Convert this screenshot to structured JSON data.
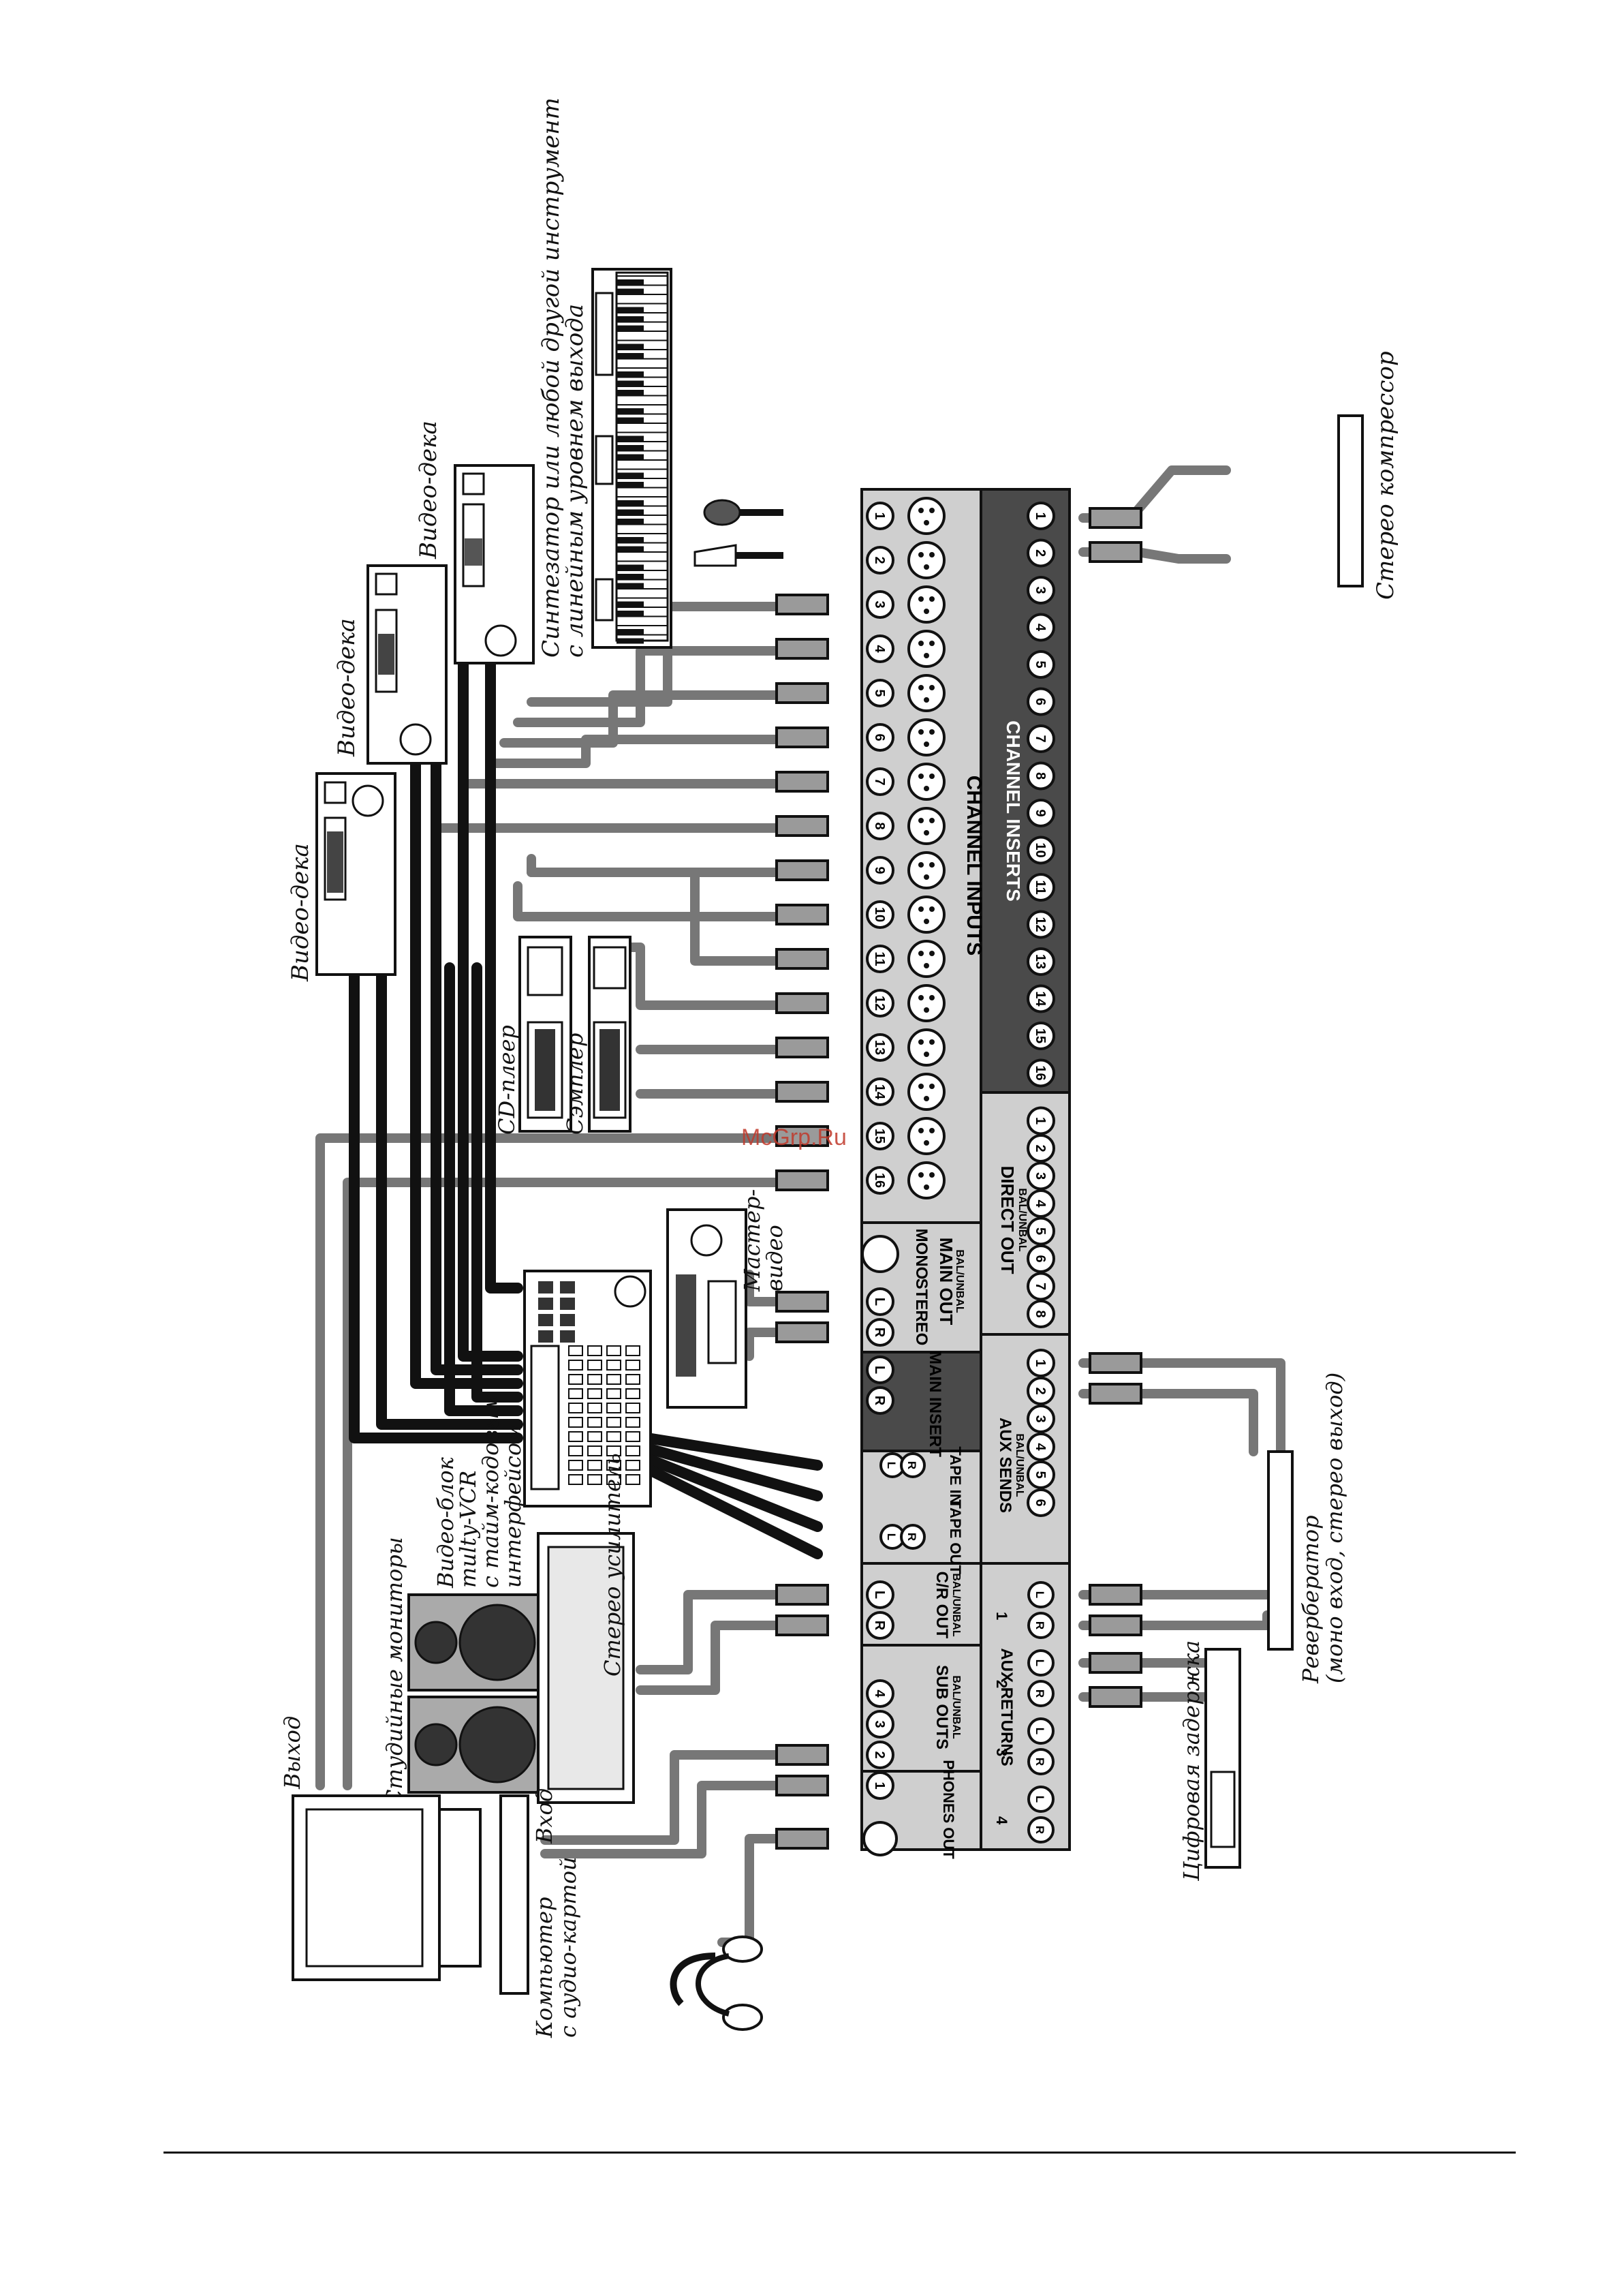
{
  "watermark": "McGrp.Ru",
  "mixer": {
    "sections": {
      "channel_inputs": "CHANNEL INPUTS",
      "channel_inserts": "CHANNEL INSERTS",
      "direct_out": "DIRECT OUT",
      "direct_out_sub": "BAL/UNBAL",
      "main_out": "MAIN OUT",
      "main_out_sub": "BAL/UNBAL",
      "stereo": "STEREO",
      "mono": "MONO",
      "main_insert": "MAIN INSERT",
      "aux_sends": "AUX SENDS",
      "aux_sends_sub": "BAL/UNBAL",
      "tape_in": "TAPE IN",
      "tape_out": "TAPE OUT",
      "cr_out": "C/R OUT",
      "cr_out_sub": "BAL/UNBAL",
      "sub_outs": "SUB OUTS",
      "sub_outs_sub": "BAL/UNBAL",
      "aux_returns": "AUX RETURNS",
      "phones_out": "PHONES OUT"
    },
    "channel_numbers": [
      "1",
      "2",
      "3",
      "4",
      "5",
      "6",
      "7",
      "8",
      "9",
      "10",
      "11",
      "12",
      "13",
      "14",
      "15",
      "16"
    ],
    "direct_out_numbers": [
      "8",
      "7",
      "6",
      "5",
      "4",
      "3",
      "2",
      "1"
    ],
    "aux_send_numbers": [
      "6",
      "5",
      "4",
      "3",
      "2",
      "1"
    ],
    "sub_out_numbers": [
      "1",
      "2",
      "3",
      "4"
    ],
    "aux_return_numbers": [
      "4",
      "3",
      "2",
      "1"
    ],
    "lr": {
      "l": "L",
      "r": "R"
    }
  },
  "devices": {
    "synth": [
      "Синтезатор или любой другой инструмент",
      "с линейным уровнем выхода"
    ],
    "video_deck": "Видео-дека",
    "cd_player": "CD-плеер",
    "sampler": "Сэмплер",
    "master_video": [
      "Мастер-",
      "видео"
    ],
    "video_block": [
      "Видео-блок",
      "multy-VCR",
      "с тайм-кодовым",
      "интерфейсом"
    ],
    "stereo_amp": "Стерео усилитель",
    "studio_monitors": "Студийные мониторы",
    "computer": [
      "Компьютер",
      "с аудио-картой"
    ],
    "output": "Выход",
    "input": "Вход",
    "digital_delay": "Цифровая задержка",
    "reverb": [
      "Ревербератор",
      "(моно вход, стерео выход)"
    ],
    "stereo_compressor": "Стерео компрессор"
  },
  "colors": {
    "ink": "#111111",
    "panel": "#cfcfcf",
    "cable_grey": "#777777"
  }
}
